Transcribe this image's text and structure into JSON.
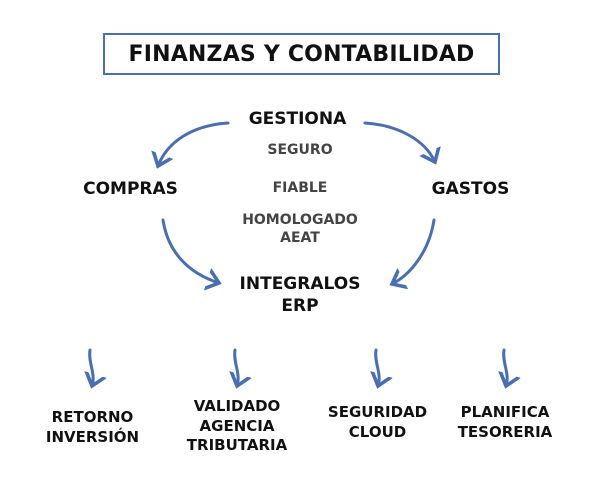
{
  "title": "FINANZAS Y CONTABILIDAD",
  "cycle": {
    "top": "GESTIONA",
    "left": "COMPRAS",
    "right": "GASTOS",
    "bottom_line1": "INTEGRALOS",
    "bottom_line2": "ERP"
  },
  "attributes": {
    "seguro": "SEGURO",
    "fiable": "FIABLE",
    "homologado_line1": "HOMOLOGADO",
    "homologado_line2": "AEAT"
  },
  "outcomes": [
    {
      "line1": "RETORNO",
      "line2": "INVERSIÓN"
    },
    {
      "line1": "VALIDADO",
      "line2": "AGENCIA",
      "line3": "TRIBUTARIA"
    },
    {
      "line1": "SEGURIDAD",
      "line2": "CLOUD"
    },
    {
      "line1": "PLANIFICA",
      "line2": "TESORERIA"
    }
  ],
  "colors": {
    "arrow": "#4a6fb0",
    "border": "#4a6fb0"
  }
}
